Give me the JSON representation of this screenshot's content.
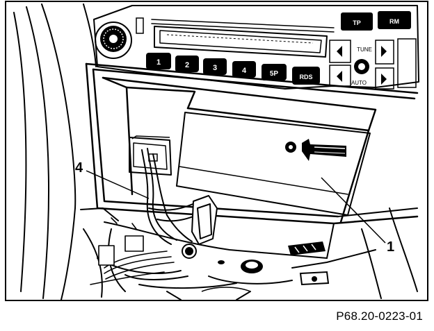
{
  "figure": {
    "reference_code": "P68.20-0223-01"
  },
  "callouts": [
    {
      "id": "callout-1",
      "label": "1"
    },
    {
      "id": "callout-4",
      "label": "4"
    }
  ],
  "radio": {
    "preset_buttons": [
      "1",
      "2",
      "3",
      "4",
      "5P",
      "RDS"
    ],
    "right_buttons": [
      "TP",
      "RM"
    ],
    "tune_label": "TUNE",
    "auto_label": "AUTO"
  },
  "colors": {
    "ink": "#000000",
    "paper": "#ffffff"
  }
}
